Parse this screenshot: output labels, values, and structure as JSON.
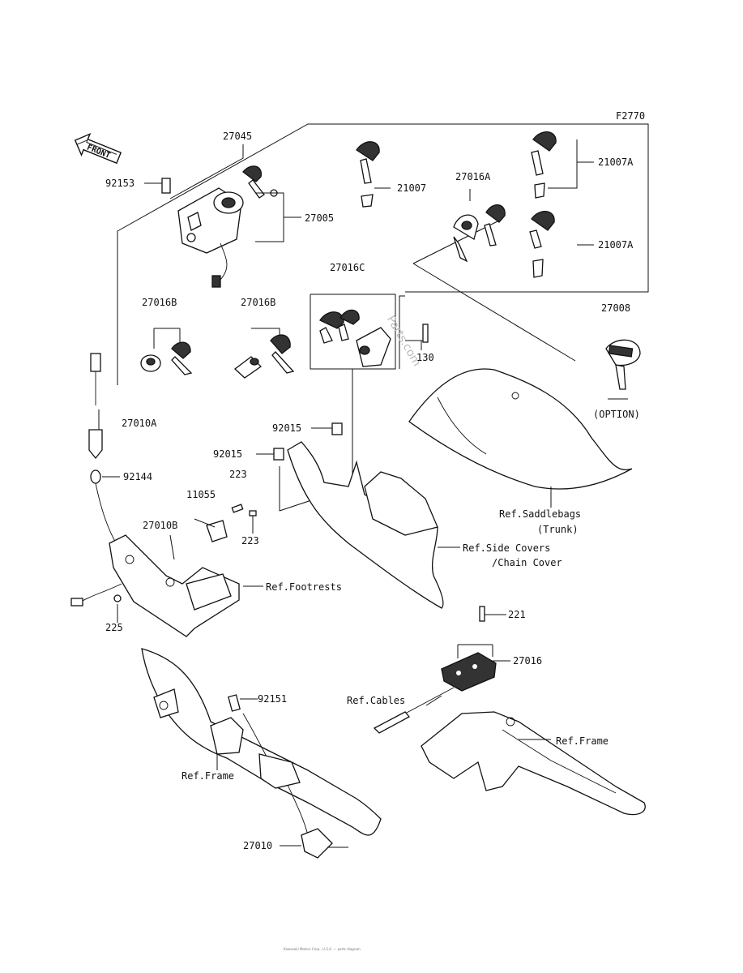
{
  "diagram": {
    "code": "F2770",
    "front": "FRONT",
    "watermark": "Parts.com",
    "footer": "Kawasaki Motors Corp., U.S.A. — parts diagram",
    "labels": [
      {
        "id": "27045",
        "text": "27045"
      },
      {
        "id": "92153",
        "text": "92153"
      },
      {
        "id": "27005",
        "text": "27005"
      },
      {
        "id": "21007",
        "text": "21007"
      },
      {
        "id": "27016A",
        "text": "27016A"
      },
      {
        "id": "21007A_1",
        "text": "21007A"
      },
      {
        "id": "21007A_2",
        "text": "21007A"
      },
      {
        "id": "27016C",
        "text": "27016C"
      },
      {
        "id": "27016B_1",
        "text": "27016B"
      },
      {
        "id": "27016B_2",
        "text": "27016B"
      },
      {
        "id": "27008",
        "text": "27008"
      },
      {
        "id": "130",
        "text": "130"
      },
      {
        "id": "option",
        "text": "(OPTION)"
      },
      {
        "id": "92015_1",
        "text": "92015"
      },
      {
        "id": "92015_2",
        "text": "92015"
      },
      {
        "id": "27010A",
        "text": "27010A"
      },
      {
        "id": "223_1",
        "text": "223"
      },
      {
        "id": "92144",
        "text": "92144"
      },
      {
        "id": "11055",
        "text": "11055"
      },
      {
        "id": "27010B",
        "text": "27010B"
      },
      {
        "id": "223_2",
        "text": "223"
      },
      {
        "id": "ref_saddlebags",
        "text": "Ref.Saddlebags"
      },
      {
        "id": "trunk",
        "text": "(Trunk)"
      },
      {
        "id": "ref_side_covers",
        "text": "Ref.Side Covers"
      },
      {
        "id": "chain_cover",
        "text": "/Chain Cover"
      },
      {
        "id": "ref_footrests",
        "text": "Ref.Footrests"
      },
      {
        "id": "225",
        "text": "225"
      },
      {
        "id": "221",
        "text": "221"
      },
      {
        "id": "27016",
        "text": "27016"
      },
      {
        "id": "92151",
        "text": "92151"
      },
      {
        "id": "ref_cables",
        "text": "Ref.Cables"
      },
      {
        "id": "ref_frame_1",
        "text": "Ref.Frame"
      },
      {
        "id": "ref_frame_2",
        "text": "Ref.Frame"
      },
      {
        "id": "27010",
        "text": "27010"
      }
    ]
  }
}
